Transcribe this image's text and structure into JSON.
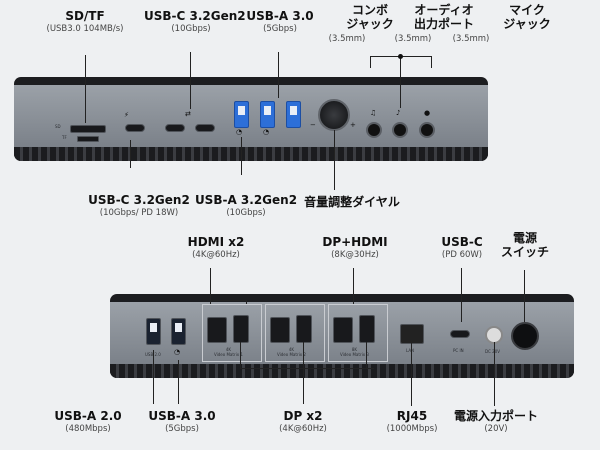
{
  "colors": {
    "background": "#eef0f2",
    "dock_body": "#8a9098",
    "dock_edge": "#1c1d20",
    "usb_blue": "#2d6fd8"
  },
  "front": {
    "labels": [
      {
        "key": "sd_tf",
        "title": "SD/TF",
        "sub": "(USB3.0 104MB/s)"
      },
      {
        "key": "usbc_top",
        "title": "USB-C 3.2Gen2",
        "sub": "(10Gbps)"
      },
      {
        "key": "usba_top",
        "title": "USB-A 3.0",
        "sub": "(5Gbps)"
      },
      {
        "key": "combo",
        "title": "コンボ\nジャック",
        "sub": "(3.5mm)"
      },
      {
        "key": "audio_out",
        "title": "オーディオ\n出力ポート",
        "sub": "(3.5mm)"
      },
      {
        "key": "mic",
        "title": "マイク\nジャック",
        "sub": "(3.5mm)"
      },
      {
        "key": "usbc_bottom",
        "title": "USB-C 3.2Gen2",
        "sub": "(10Gbps/ PD 18W)"
      },
      {
        "key": "usba_bottom",
        "title": "USB-A 3.2Gen2",
        "sub": "(10Gbps)"
      },
      {
        "key": "volume",
        "title": "音量調整ダイヤル",
        "sub": ""
      }
    ],
    "slot_sd": "SD",
    "slot_tf": "TF",
    "knob_minus": "−",
    "knob_plus": "+"
  },
  "back": {
    "labels": [
      {
        "key": "hdmi",
        "title": "HDMI x2",
        "sub": "(4K@60Hz)"
      },
      {
        "key": "dp_hdmi",
        "title": "DP+HDMI",
        "sub": "(8K@30Hz)"
      },
      {
        "key": "usbc_pd",
        "title": "USB-C",
        "sub": "(PD 60W)"
      },
      {
        "key": "power_sw",
        "title": "電源\nスイッチ",
        "sub": ""
      },
      {
        "key": "usba20",
        "title": "USB-A 2.0",
        "sub": "(480Mbps)"
      },
      {
        "key": "usba30",
        "title": "USB-A 3.0",
        "sub": "(5Gbps)"
      },
      {
        "key": "dp2",
        "title": "DP x2",
        "sub": "(4K@60Hz)"
      },
      {
        "key": "rj45",
        "title": "RJ45",
        "sub": "(1000Mbps)"
      },
      {
        "key": "power_in",
        "title": "電源入力ポート",
        "sub": "(20V)"
      }
    ],
    "tiny": {
      "usb20": "USB 2.0",
      "vm1": "4K\nVideo Matrix 1",
      "vm2": "4K\nVideo Matrix 2",
      "vm3": "8K\nVideo Matrix 3",
      "lan": "LAN",
      "pcin": "PC IN",
      "dc": "DC 20V"
    }
  }
}
